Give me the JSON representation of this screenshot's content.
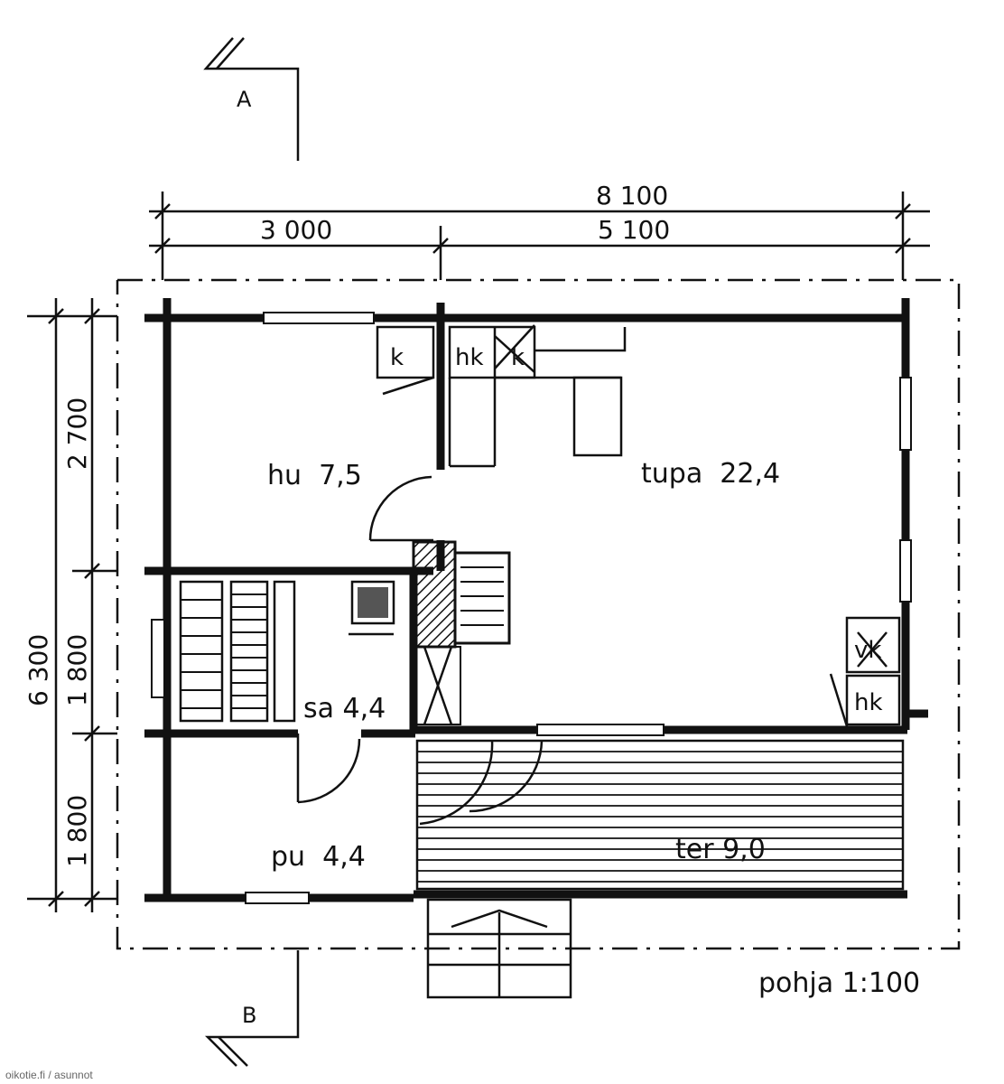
{
  "dimensions": {
    "overall_width": "8 100",
    "left_width": "3 000",
    "right_width": "5 100",
    "overall_depth": "6 300",
    "upper_depth": "2 700",
    "middle_depth": "1 800",
    "lower_depth": "1 800"
  },
  "rooms": {
    "hu": "hu  7,5",
    "tupa": "tupa  22,4",
    "sa": "sa 4,4",
    "pu": "pu  4,4",
    "ter": "ter 9,0"
  },
  "fixtures": {
    "k1": "k",
    "hk1": "hk",
    "k2": "k",
    "hk2": "hk",
    "vk": "vk"
  },
  "section_marks": {
    "top": "A",
    "bottom": "B"
  },
  "scale_note": "pohja 1:100",
  "watermark": "oikotie.fi / asunnot"
}
